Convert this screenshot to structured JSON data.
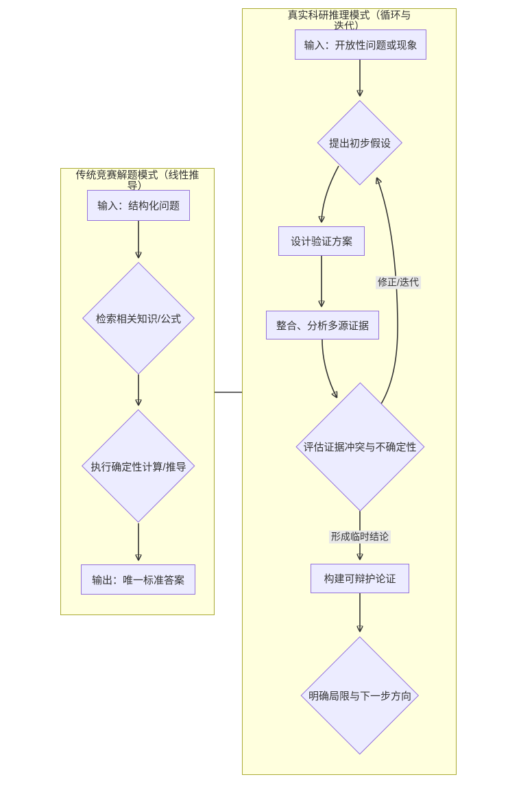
{
  "theme": {
    "canvas_bg": "#ffffff",
    "subgraph_fill": "#ffffde",
    "subgraph_border": "#aaaa33",
    "node_fill": "#ececff",
    "node_border": "#9370db",
    "edge_color": "#333333",
    "label_bg": "#e8e8e8",
    "text_color": "#333333"
  },
  "diagram": {
    "type": "flowchart",
    "subgraphs": [
      {
        "id": "traditional",
        "title": "传统竞赛解题模式（线性推导）",
        "nodes": [
          {
            "id": "L1",
            "shape": "rect",
            "label": "输入：结构化问题"
          },
          {
            "id": "L2",
            "shape": "diamond",
            "label": "检索相关知识/公式"
          },
          {
            "id": "L3",
            "shape": "diamond",
            "label": "执行确定性计算/推导"
          },
          {
            "id": "L4",
            "shape": "rect",
            "label": "输出：唯一标准答案"
          }
        ]
      },
      {
        "id": "research",
        "title": "真实科研推理模式（循环与迭代）",
        "nodes": [
          {
            "id": "R1",
            "shape": "rect",
            "label": "输入：开放性问题或现象"
          },
          {
            "id": "R2",
            "shape": "diamond",
            "label": "提出初步假设"
          },
          {
            "id": "R3",
            "shape": "rect",
            "label": "设计验证方案"
          },
          {
            "id": "R4",
            "shape": "rect",
            "label": "整合、分析多源证据"
          },
          {
            "id": "R5",
            "shape": "diamond",
            "label": "评估证据冲突与不确定性"
          },
          {
            "id": "R6",
            "shape": "rect",
            "label": "构建可辩护论证"
          },
          {
            "id": "R7",
            "shape": "diamond",
            "label": "明确局限与下一步方向"
          }
        ]
      }
    ],
    "edges": [
      {
        "from": "L1",
        "to": "L2"
      },
      {
        "from": "L2",
        "to": "L3"
      },
      {
        "from": "L3",
        "to": "L4"
      },
      {
        "from": "R1",
        "to": "R2"
      },
      {
        "from": "R2",
        "to": "R3"
      },
      {
        "from": "R3",
        "to": "R4"
      },
      {
        "from": "R4",
        "to": "R5"
      },
      {
        "from": "R5",
        "to": "R6",
        "label": "形成临时结论"
      },
      {
        "from": "R6",
        "to": "R7"
      },
      {
        "from": "R5",
        "to": "R2",
        "label": "修正/迭代"
      },
      {
        "from": "subgraph-traditional",
        "to": "subgraph-research",
        "style": "link"
      }
    ]
  }
}
